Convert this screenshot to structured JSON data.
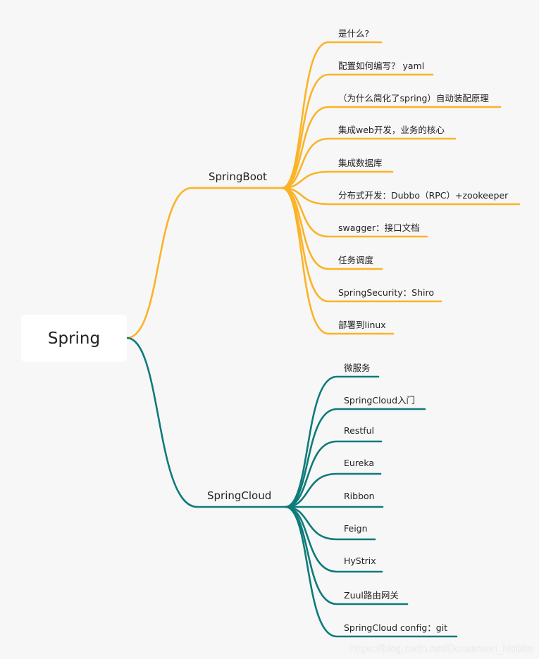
{
  "root": {
    "label": "Spring"
  },
  "colors": {
    "springboot": "#fbb327",
    "springcloud": "#0f7a7a",
    "background": "#f7f7f7"
  },
  "branches": [
    {
      "label": "SpringBoot",
      "items": [
        "是什么?",
        "配置如何编写？ yaml",
        "（为什么简化了spring）自动装配原理",
        "集成web开发，业务的核心",
        "集成数据库",
        "分布式开发：Dubbo（RPC）+zookeeper",
        "swagger：接口文档",
        "任务调度",
        "SpringSecurity：Shiro",
        "部署到linux"
      ]
    },
    {
      "label": "SpringCloud",
      "items": [
        "微服务",
        "SpringCloud入门",
        "Restful",
        "Eureka",
        "Ribbon",
        "Feign",
        "HyStrix",
        "Zuul路由网关",
        "SpringCloud config：git"
      ]
    }
  ],
  "watermark": "https://blog.csdn.net/Doraemon_Nobita"
}
